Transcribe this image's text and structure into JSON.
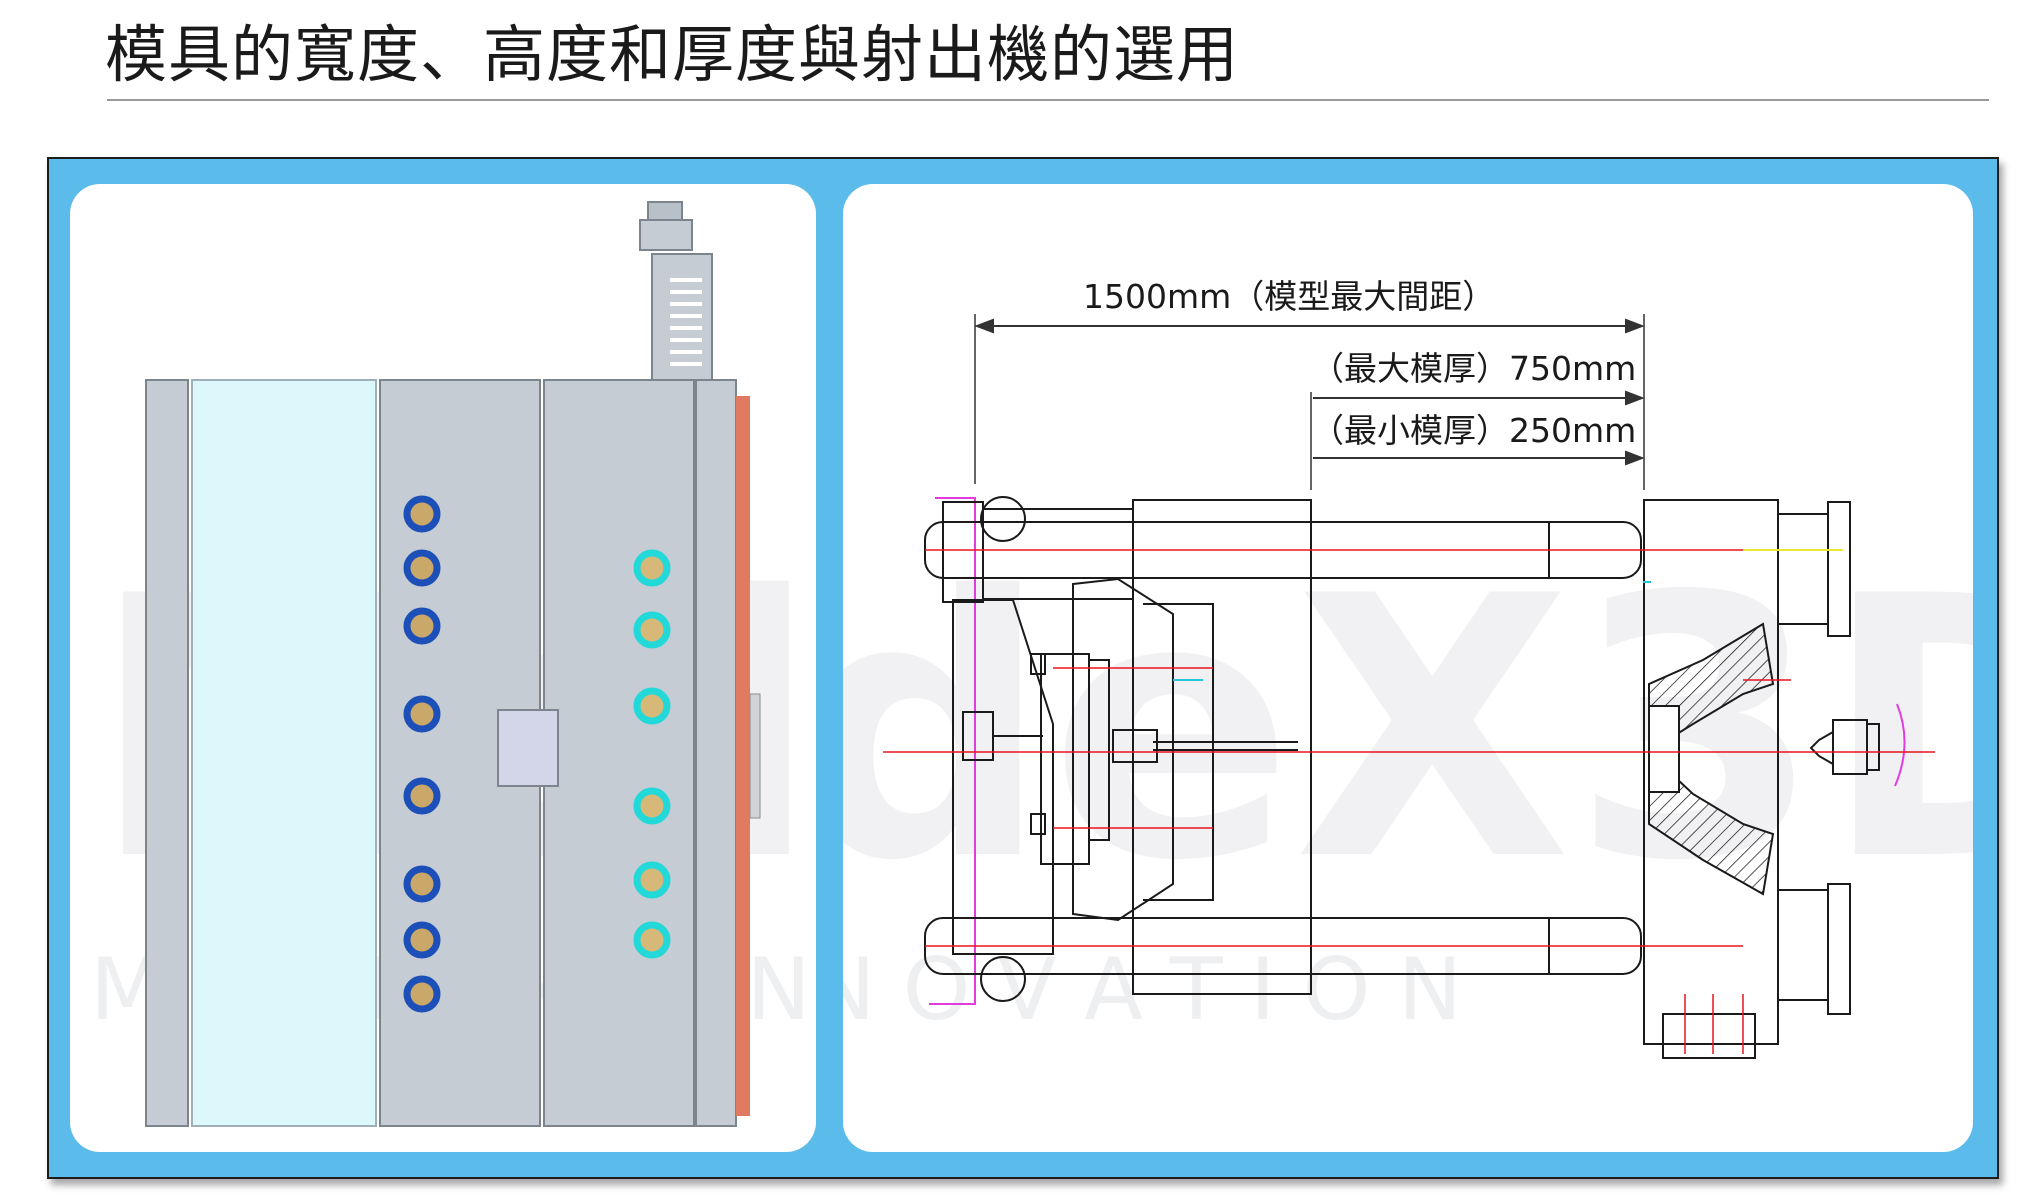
{
  "title": "模具的寬度、高度和厚度與射出機的選用",
  "watermark": {
    "main": "MoldeX3D",
    "sub": "M O L D I N G   I N N O V A T I O N"
  },
  "dimensions": {
    "max_daylight": "1500mm（模型最大間距）",
    "max_mold_thickness": "（最大模厚）750mm",
    "min_mold_thickness": "（最小模厚）250mm"
  },
  "colors": {
    "frame": "#5bbcec",
    "mold_plate": "#c5ccd3",
    "cavity_plate": "#dcf8fb",
    "cooling_port_blue": "#1d4fb8",
    "cooling_port_cyan": "#22d8d8",
    "nozzle_heater": "#e07a60",
    "centerline": "#e8141e",
    "pink_guide": "#e23ce0"
  },
  "icons": [
    "cooling-port-icon",
    "hot-runner-box-icon",
    "tie-bar-icon",
    "nozzle-icon"
  ]
}
